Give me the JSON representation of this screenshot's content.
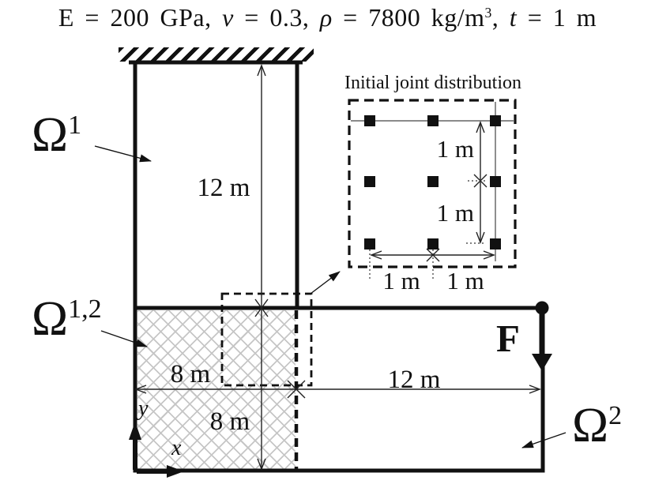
{
  "header": {
    "segments": [
      {
        "text": "E = 200 GPa, "
      },
      {
        "text": "ν"
      },
      {
        "text": " = 0.3, "
      },
      {
        "text": "ρ"
      },
      {
        "text": " = 7800 kg/m"
      },
      {
        "text": "3"
      },
      {
        "text": ", "
      },
      {
        "text": "t"
      },
      {
        "text": " = 1 m"
      }
    ]
  },
  "domains": {
    "omega1": {
      "symbol": "Ω",
      "sup": "1"
    },
    "omega12": {
      "symbol": "Ω",
      "sup": "1,2"
    },
    "omega2": {
      "symbol": "Ω",
      "sup": "2"
    }
  },
  "dimensions": {
    "column_height": "12 m",
    "overlap_width": "8 m",
    "overlap_height": "8 m",
    "beam_length": "12 m"
  },
  "force": {
    "label": "F"
  },
  "axes": {
    "x_label": "x",
    "y_label": "y"
  },
  "inset": {
    "title": "Initial joint distribution",
    "vertical_spacings": [
      "1 m",
      "1 m"
    ],
    "horizontal_spacings": [
      "1 m",
      "1 m"
    ]
  },
  "colors": {
    "ink": "#111111",
    "hatch_fill": "#c6c6c6",
    "background": "#ffffff"
  }
}
